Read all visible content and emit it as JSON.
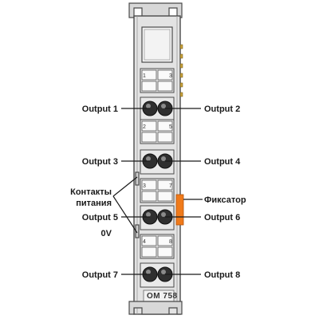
{
  "module": {
    "model": "OM 758"
  },
  "labels": {
    "output_1": "Output 1",
    "output_2": "Output 2",
    "output_3": "Output 3",
    "output_4": "Output 4",
    "output_5": "Output 5",
    "output_6": "Output 6",
    "output_7": "Output 7",
    "output_8": "Output 8",
    "power_contacts_line1": "Контакты",
    "power_contacts_line2": "питания",
    "zero_v": "0V",
    "latch": "Фиксатор"
  },
  "slot_numbers": {
    "n1": "1",
    "n3": "3",
    "n2": "2",
    "n5": "5",
    "n3b": "3",
    "n7": "7",
    "n4": "4",
    "n8": "8"
  },
  "colors": {
    "housing": "#e3e3e3",
    "outline": "#4a4a4a",
    "terminal_dark": "#2f2f2f",
    "latch": "#f07a1a",
    "contact_gold": "#c9a23a"
  }
}
